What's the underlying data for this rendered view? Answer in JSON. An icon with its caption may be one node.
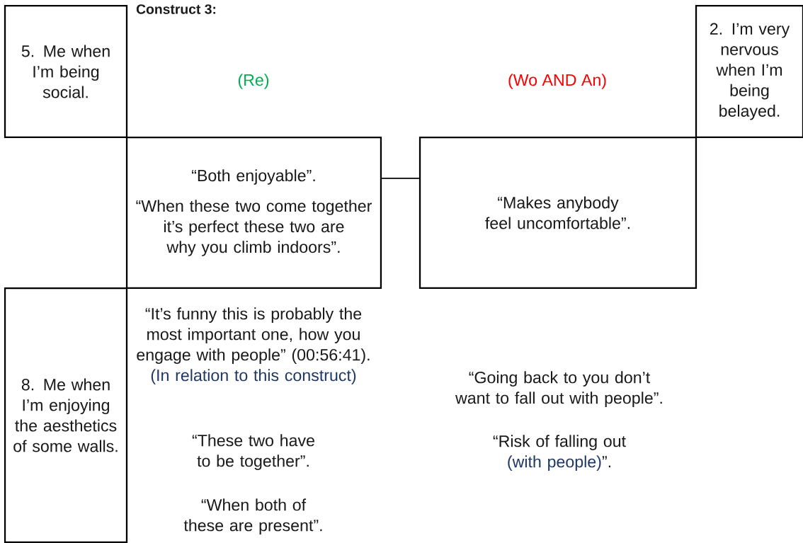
{
  "diagram": {
    "title": "Construct 3:",
    "nodes": [
      {
        "text": [
          "5. Me when I’m being social."
        ]
      },
      {
        "text": [
          "2. I’m very nervous when I’m being belayed."
        ]
      },
      {
        "text": [
          "“Both enjoyable”.",
          "“When these two come together it’s perfect these two are why you climb indoors”."
        ]
      },
      {
        "text": [
          "“Makes anybody feel uncomfortable”."
        ]
      },
      {
        "text": [
          "8. Me when I’m enjoying the aesthetics of some walls."
        ]
      }
    ],
    "edges": [
      {
        "from": 2,
        "to": 3,
        "arrow": "none"
      }
    ],
    "labels": [
      "(Re)",
      "(Wo AND An)",
      "“It’s funny this is probably the most important one, how you engage with people” (00:56:41).",
      "(In relation to this construct)",
      "“These two have to be together”.",
      "“When both of these are present”.",
      "“Going back to you don’t want to fall out with people”.",
      "“Risk of falling out",
      "(with people)",
      "”."
    ]
  }
}
